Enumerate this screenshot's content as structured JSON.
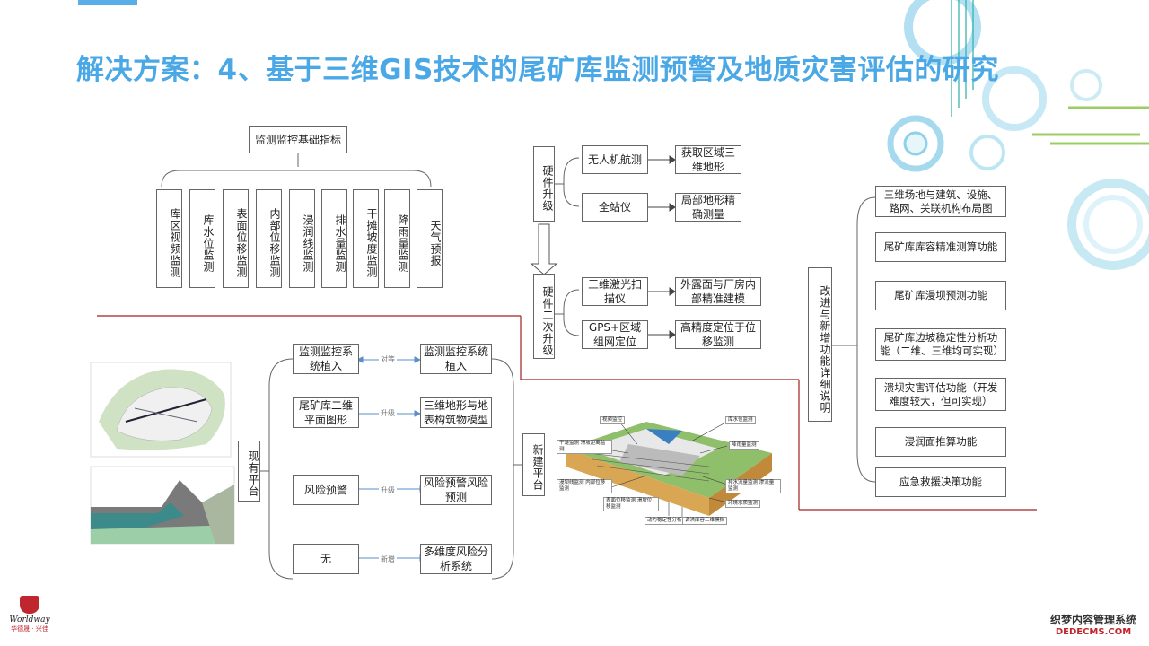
{
  "title": "解决方案：4、基于三维GIS技术的尾矿库监测预警及地质灾害评估的研究",
  "basic": {
    "root": "监测监控基础指标",
    "items": [
      "库区视频监测",
      "库水位监测",
      "表面位移监测",
      "内部位移监测",
      "浸润线监测",
      "排水量监测",
      "干摊坡度监测",
      "降雨量监测",
      "天气预报"
    ]
  },
  "hardware": {
    "upgrade1": "硬件升级",
    "upgrade2": "硬件二次升级",
    "u1": [
      {
        "left": "无人机航测",
        "right": "获取区域三维地形"
      },
      {
        "left": "全站仪",
        "right": "局部地形精确测量"
      }
    ],
    "u2": [
      {
        "left": "三维激光扫描仪",
        "right": "外露面与厂房内部精准建模"
      },
      {
        "left": "GPS+区域组网定位",
        "right": "高精度定位于位移监测"
      }
    ]
  },
  "platform": {
    "existing": "现有平台",
    "new": "新建平台",
    "rows": [
      {
        "left": "监测监控系统植入",
        "link": "对等",
        "right": "监测监控系统植入"
      },
      {
        "left": "尾矿库二维平面图形",
        "link": "升级",
        "right": "三维地形与地表构筑物模型"
      },
      {
        "left": "风险预警",
        "link": "升级",
        "right": "风险预警风险预测"
      },
      {
        "left": "无",
        "link": "新增",
        "right": "多维度风险分析系统"
      }
    ]
  },
  "improve": {
    "label": "改进与新增功能详细说明",
    "items": [
      "三维场地与建筑、设施、路网、关联机构布局图",
      "尾矿库库容精准测算功能",
      "尾矿库漫坝预测功能",
      "尾矿库边坡稳定性分析功能（二维、三维均可实现）",
      "溃坝灾害评估功能（开发难度较大，但可实现）",
      "浸润面推算功能",
      "应急救援决策功能"
    ]
  },
  "model_labels": [
    "视频监控",
    "库水位监测",
    "降雨量监测",
    "干滩监测 滑坡距离监测",
    "漫坝线监测 内部位移监测",
    "表面位移监测 滑坡位移监测",
    "排水流量监测 渗流量监测",
    "环境水质监测",
    "动力稳定性分析",
    "调洪库容三维模拟"
  ],
  "logo": {
    "brand": "Worldway",
    "cn": "华德晟 · 兴佳"
  },
  "watermark": {
    "line1": "织梦内容管理系统",
    "line2": "DEDECMS.COM"
  },
  "colors": {
    "title": "#4aa8e6",
    "red_line": "#a02020",
    "accent_teal": "#2ab0a8"
  }
}
